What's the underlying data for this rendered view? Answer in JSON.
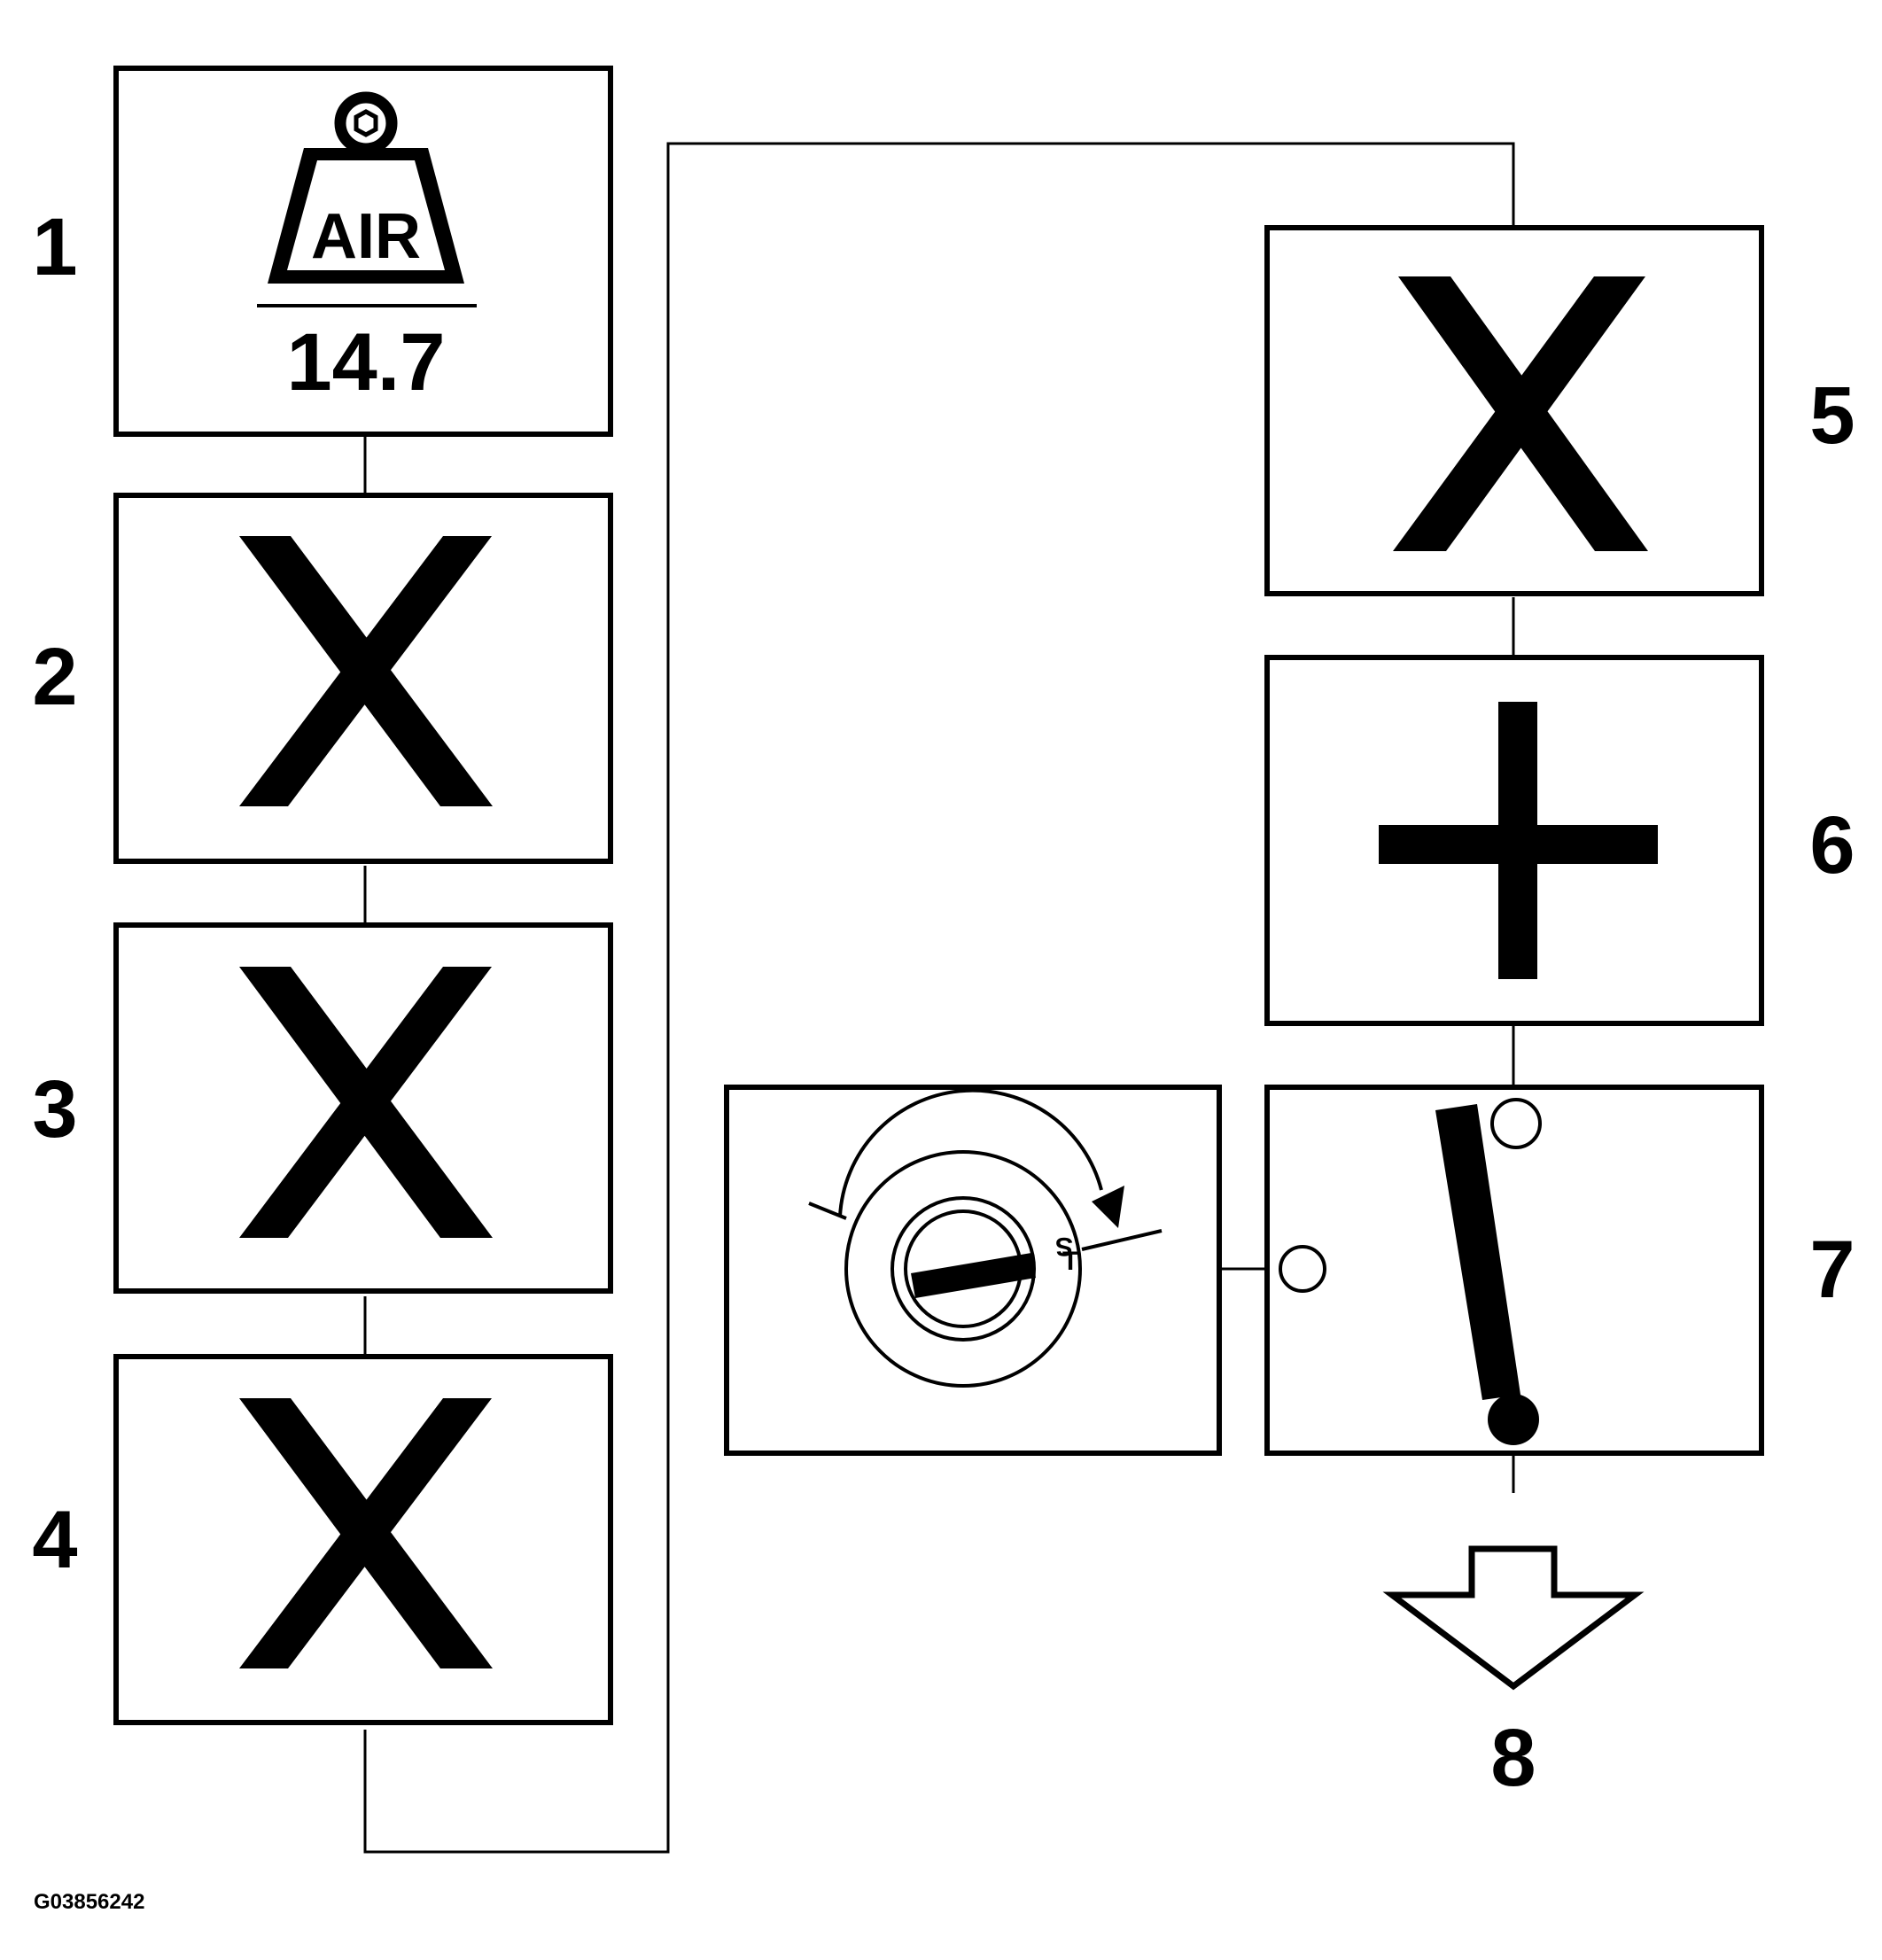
{
  "steps": {
    "step1": {
      "label": "1",
      "icon": "tire-pressure-weight-icon",
      "weight_text": "AIR",
      "pressure_value": "14.7"
    },
    "step2": {
      "label": "2",
      "icon": "x-mark-icon"
    },
    "step3": {
      "label": "3",
      "icon": "x-mark-icon"
    },
    "step4": {
      "label": "4",
      "icon": "x-mark-icon"
    },
    "step5": {
      "label": "5",
      "icon": "x-mark-icon"
    },
    "step6": {
      "label": "6",
      "icon": "plus-icon"
    },
    "step7": {
      "label": "7",
      "icon": "toggle-switch-icon",
      "companion_icon": "ignition-key-icon",
      "ignition_positions": [
        "S",
        "T"
      ]
    },
    "step8": {
      "label": "8",
      "icon": "down-arrow-icon"
    }
  },
  "reference_code": "G03856242",
  "colors": {
    "line": "#000000",
    "background": "#ffffff"
  }
}
